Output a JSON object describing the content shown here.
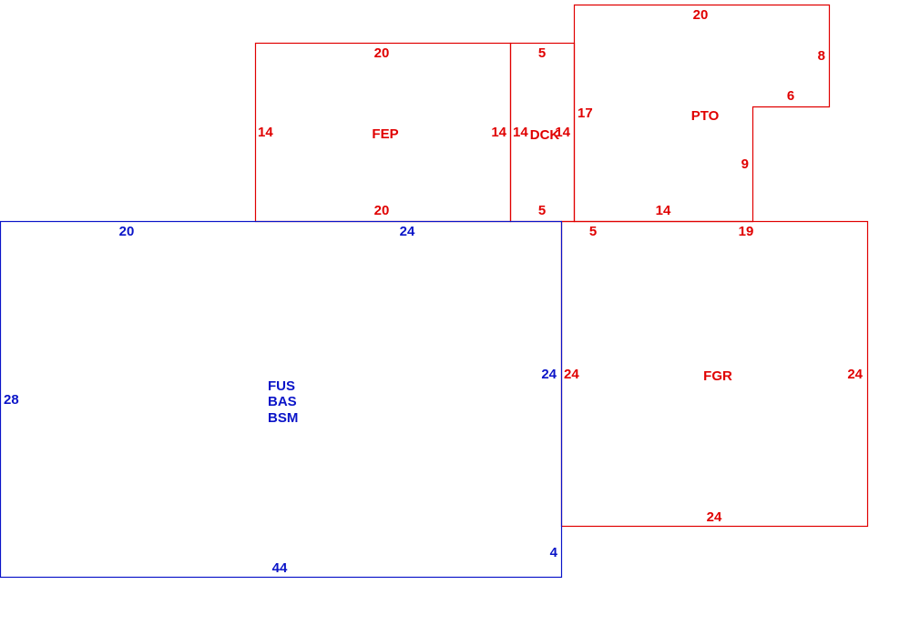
{
  "colors": {
    "outbuilding": "#e00000",
    "main_area": "#0a14c8"
  },
  "areas": {
    "fep": {
      "label": "FEP",
      "top": "20",
      "bottom": "20",
      "left": "14",
      "right": "14"
    },
    "dck": {
      "label": "DCK",
      "top": "5",
      "bottom": "5",
      "left": "14",
      "right": "14"
    },
    "pto": {
      "label": "PTO",
      "top": "20",
      "right": "8",
      "notch_top": "6",
      "notch_side": "9",
      "left": "17",
      "bottom": "14"
    },
    "main": {
      "labels": [
        "FUS",
        "BAS",
        "BSM"
      ],
      "top_left": "20",
      "top_right": "24",
      "left": "28",
      "right": "24",
      "step": "4",
      "bottom": "44"
    },
    "fgr": {
      "label": "FGR",
      "top_left": "5",
      "top_right": "19",
      "left": "24",
      "right": "24",
      "bottom": "24"
    }
  }
}
